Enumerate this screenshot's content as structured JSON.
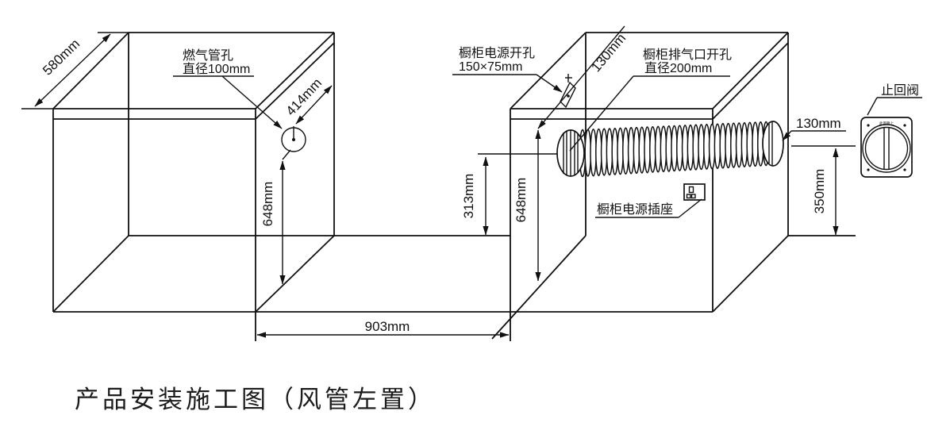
{
  "colors": {
    "ink": "#111111",
    "paper": "#ffffff"
  },
  "title": "产品安装施工图（风管左置）",
  "left_cabinet": {
    "depth_dim": "580mm",
    "gas_hole_label_line1": "燃气管孔",
    "gas_hole_label_line2": "直径100mm",
    "hole_offset_dim": "414mm",
    "hole_height_dim": "648mm"
  },
  "gap_width_dim": "903mm",
  "right_cabinet": {
    "power_cutout_label_line1": "橱柜电源开孔",
    "power_cutout_label_line2": "150×75mm",
    "cutout_depth_dim": "130mm",
    "exhaust_label_line1": "橱柜排气口开孔",
    "exhaust_label_line2": "直径200mm",
    "exhaust_bottom_dim": "313mm",
    "exhaust_height_dim": "648mm",
    "socket_label": "橱柜电源插座",
    "duct_protrusion_dim": "130mm",
    "valve_height_dim": "350mm"
  },
  "check_valve": {
    "label": "止回阀",
    "face_marking": "此面朝上"
  }
}
